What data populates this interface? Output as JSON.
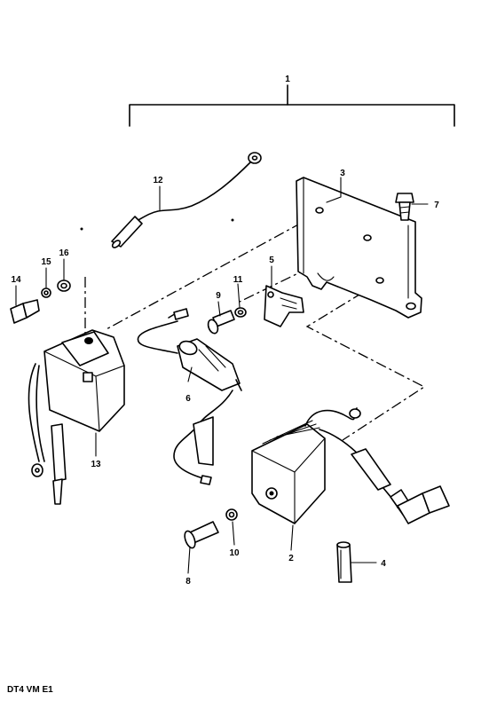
{
  "labels": {
    "p1": "1",
    "p2": "2",
    "p3": "3",
    "p4": "4",
    "p5": "5",
    "p6": "6",
    "p7": "7",
    "p8": "8",
    "p9": "9",
    "p10": "10",
    "p11": "11",
    "p12": "12",
    "p13": "13",
    "p14": "14",
    "p15": "15",
    "p16": "16"
  },
  "diagram_code": "DT4 VM E1"
}
